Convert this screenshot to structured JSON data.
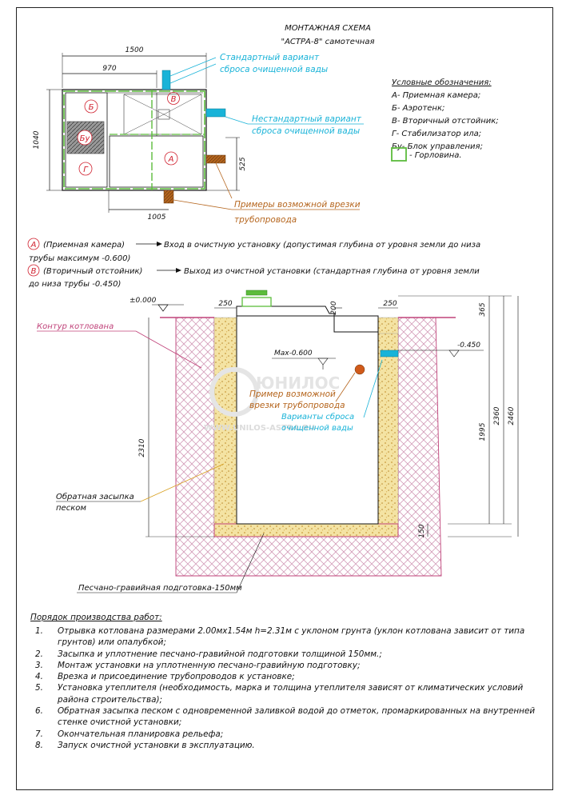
{
  "title": {
    "line1": "МОНТАЖНАЯ СХЕМА",
    "line2": "\"АСТРА-8\" самотечная"
  },
  "plan": {
    "dim_total_width": "1500",
    "dim_inner_width": "970",
    "dim_height": "1040",
    "dim_525": "525",
    "dim_1005": "1005",
    "zone_labels": {
      "b": "Б",
      "bu": "Бу",
      "g": "Г",
      "v": "В",
      "a": "А"
    },
    "std_outlet": {
      "line1": "Стандартный вариант",
      "line2": "сброса очищенной вады"
    },
    "nonstd_outlet": {
      "line1": "Нестандартный вариант",
      "line2": "сброса очищенной вады"
    },
    "pipe_examples": {
      "line1": "Примеры возможной врезки",
      "line2": "трубопровода"
    }
  },
  "legend": {
    "title": "Условные обозначения:",
    "items": [
      "А- Приемная камера;",
      "Б- Аэротенк;",
      "В- Вторичный отстойник;",
      "Г- Стабилизатор ила;",
      "Бу- Блок управления;",
      "- Горловина."
    ]
  },
  "notes": {
    "a_letter": "А",
    "a_line1": "(Приемная камера)",
    "a_line1_rest": "Вход в очистную установку (допустимая глубина от уровня земли до низа",
    "a_line2": "трубы максимум -0.600)",
    "b_letter": "В",
    "b_line1": "(Вторичный отстойник)",
    "b_line1_rest": "Выход из очистной установки (стандартная глубина от уровня земли",
    "b_line2": "до низа трубы -0.450)"
  },
  "section": {
    "level_zero": "±0.000",
    "dim_250_left": "250",
    "dim_200": "200",
    "dim_250_right": "250",
    "dim_365": "365",
    "dim_2310": "2310",
    "dim_1995": "1995",
    "dim_2360": "2360",
    "dim_2460": "2460",
    "dim_150": "150",
    "max_label": "Max-0.600",
    "level_0450": "-0.450",
    "pit_contour": "Контур котлована",
    "pipe_example": {
      "line1": "Пример возможной",
      "line2": "врезки трубопровода"
    },
    "outlet_variants": {
      "line1": "Варианты сброса",
      "line2": "очищенной вады"
    },
    "backfill": {
      "line1": "Обратная засыпка",
      "line2": "песком"
    },
    "gravel_bed": "Песчано-гравийная подготовка-150мм",
    "watermark_brand": "ЮНИЛОС",
    "watermark_url": "WWW.UNILOS-ASTRA.RU"
  },
  "procedure": {
    "title": "Порядок производства работ:",
    "steps": [
      {
        "n": "1.",
        "text": "Отрывка котлована размерами 2.00мх1.54м h=2.31м с уклоном грунта (уклон котлована зависит от типа грунтов) или опалубкой;"
      },
      {
        "n": "2.",
        "text": "Засыпка и уплотнение песчано-гравийной подготовки толщиной 150мм.;"
      },
      {
        "n": "3.",
        "text": "Монтаж установки на уплотненную песчано-гравийную подготовку;"
      },
      {
        "n": "4.",
        "text": "Врезка и присоединение трубопроводов к установке;"
      },
      {
        "n": "5.",
        "text": "Установка утеплителя (необходимость, марка и толщина утеплителя зависят от климатических условий района строительства);"
      },
      {
        "n": "6.",
        "text": "Обратная засыпка песком с одновременной заливкой водой до отметок, промаркированных на внутренней стенке очистной установки;"
      },
      {
        "n": "7.",
        "text": "Окончательная планировка рельефа;"
      },
      {
        "n": "8.",
        "text": "Запуск очистной установки в эксплуатацию."
      }
    ]
  },
  "colors": {
    "cyan": "#19b3d8",
    "orange": "#b5651d",
    "green": "#5cbc3c",
    "pink": "#c0437a",
    "sand": "#f0dc94",
    "red_letter": "#d0202e"
  }
}
